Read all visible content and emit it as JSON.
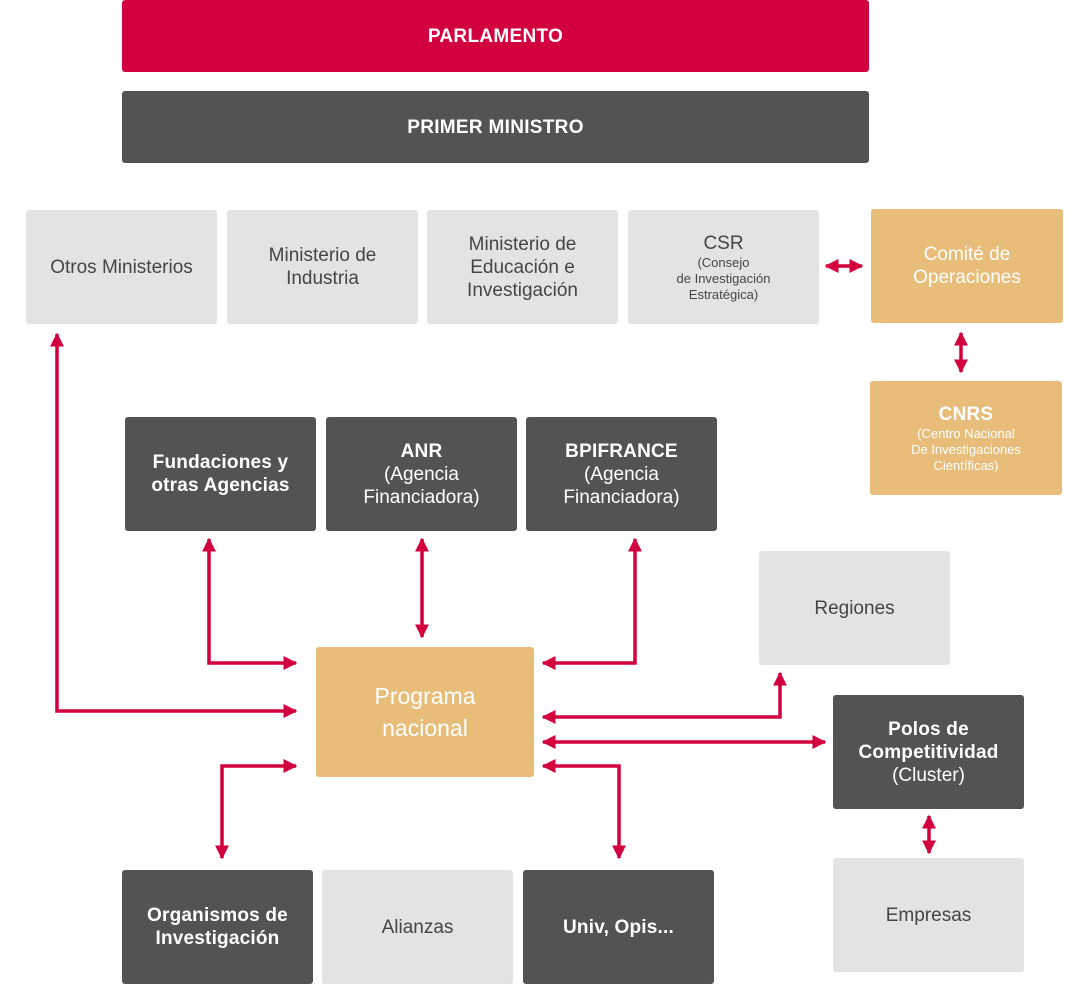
{
  "colors": {
    "accent": "#d3003f",
    "dark": "#535353",
    "light": "#e3e3e3",
    "gold": "#e7bd79"
  },
  "parlamento": "PARLAMENTO",
  "primer_ministro": "PRIMER MINISTRO",
  "otros_ministerios": "Otros Ministerios",
  "ministerio_industria": "Ministerio de\nIndustria",
  "ministerio_educacion": "Ministerio de\nEducación e\nInvestigación",
  "csr": {
    "title": "CSR",
    "subtitle": "(Consejo\nde Investigación\nEstratégica)"
  },
  "comite": "Comité de\nOperaciones",
  "cnrs": {
    "title": "CNRS",
    "subtitle": "(Centro Nacional\nDe Investigaciones\nCientíficas)"
  },
  "fundaciones": "Fundaciones y\notras Agencias",
  "anr": {
    "title": "ANR",
    "subtitle": "(Agencia\nFinanciadora)"
  },
  "bpifrance": {
    "title": "BPIFRANCE",
    "subtitle": "(Agencia\nFinanciadora)"
  },
  "regiones": "Regiones",
  "programa": "Programa\nnacional",
  "polos": {
    "title": "Polos de\nCompetitividad",
    "subtitle": "(Cluster)"
  },
  "organismos": "Organismos de\nInvestigación",
  "alianzas": "Alianzas",
  "univ": "Univ, Opis...",
  "empresas": "Empresas"
}
